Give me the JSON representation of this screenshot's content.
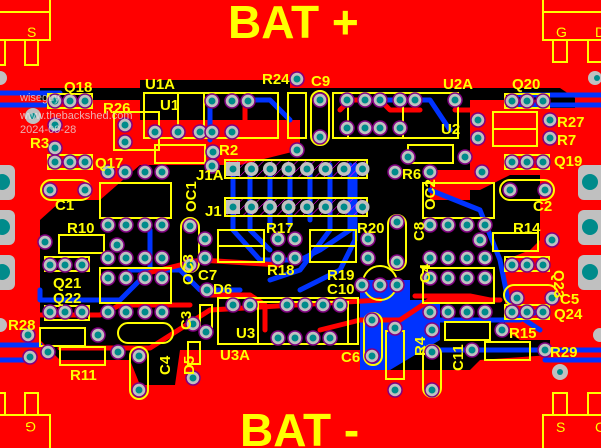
{
  "board": {
    "title_top": "BAT +",
    "title_bottom": "BAT -",
    "colors": {
      "copper_top": "#ff0000",
      "copper_bottom": "#0033ff",
      "silkscreen": "#ffff00",
      "background": "#000000",
      "pad": "#c0c0c0",
      "drill": "#008b8b"
    }
  },
  "watermark": {
    "user": "wiseguy",
    "site": "www.thebackshed.com",
    "date": "2024-09-28"
  },
  "mosfet_pins": {
    "top_left": "S",
    "top_right": "G",
    "bottom_left": "G",
    "bottom_right": "S",
    "top_right_edge": "D",
    "bottom_right_edge": "C"
  },
  "components": {
    "Q18": "Q18",
    "U1A": "U1A",
    "U1": "U1",
    "R26": "R26",
    "R3": "R3",
    "R24": "R24",
    "C9": "C9",
    "U2A": "U2A",
    "U2": "U2",
    "Q20": "Q20",
    "R27": "R27",
    "R7": "R7",
    "R2": "R2",
    "J1A": "J1A",
    "J1": "J1",
    "Q17": "Q17",
    "C1": "C1",
    "OC1": "OC1",
    "R6": "R6",
    "Q19": "Q19",
    "OC2": "OC2",
    "C2": "C2",
    "R10": "R10",
    "R17": "R17",
    "R18": "R18",
    "R20": "R20",
    "R19": "R19",
    "C8": "C8",
    "R14": "R14",
    "Q21": "Q21",
    "Q23": "Q23",
    "Q22": "Q22",
    "C7": "C7",
    "OC3": "OC3",
    "D6": "D6",
    "C10": "C10",
    "C4b": "C4",
    "C5": "C5",
    "Q24": "Q24",
    "R28": "R28",
    "C3": "C3",
    "U3": "U3",
    "R15": "R15",
    "R29": "R29",
    "R11": "R11",
    "C4": "C4",
    "D5": "D5",
    "U3A": "U3A",
    "C6": "C6",
    "R4": "R4",
    "C11": "C11"
  }
}
